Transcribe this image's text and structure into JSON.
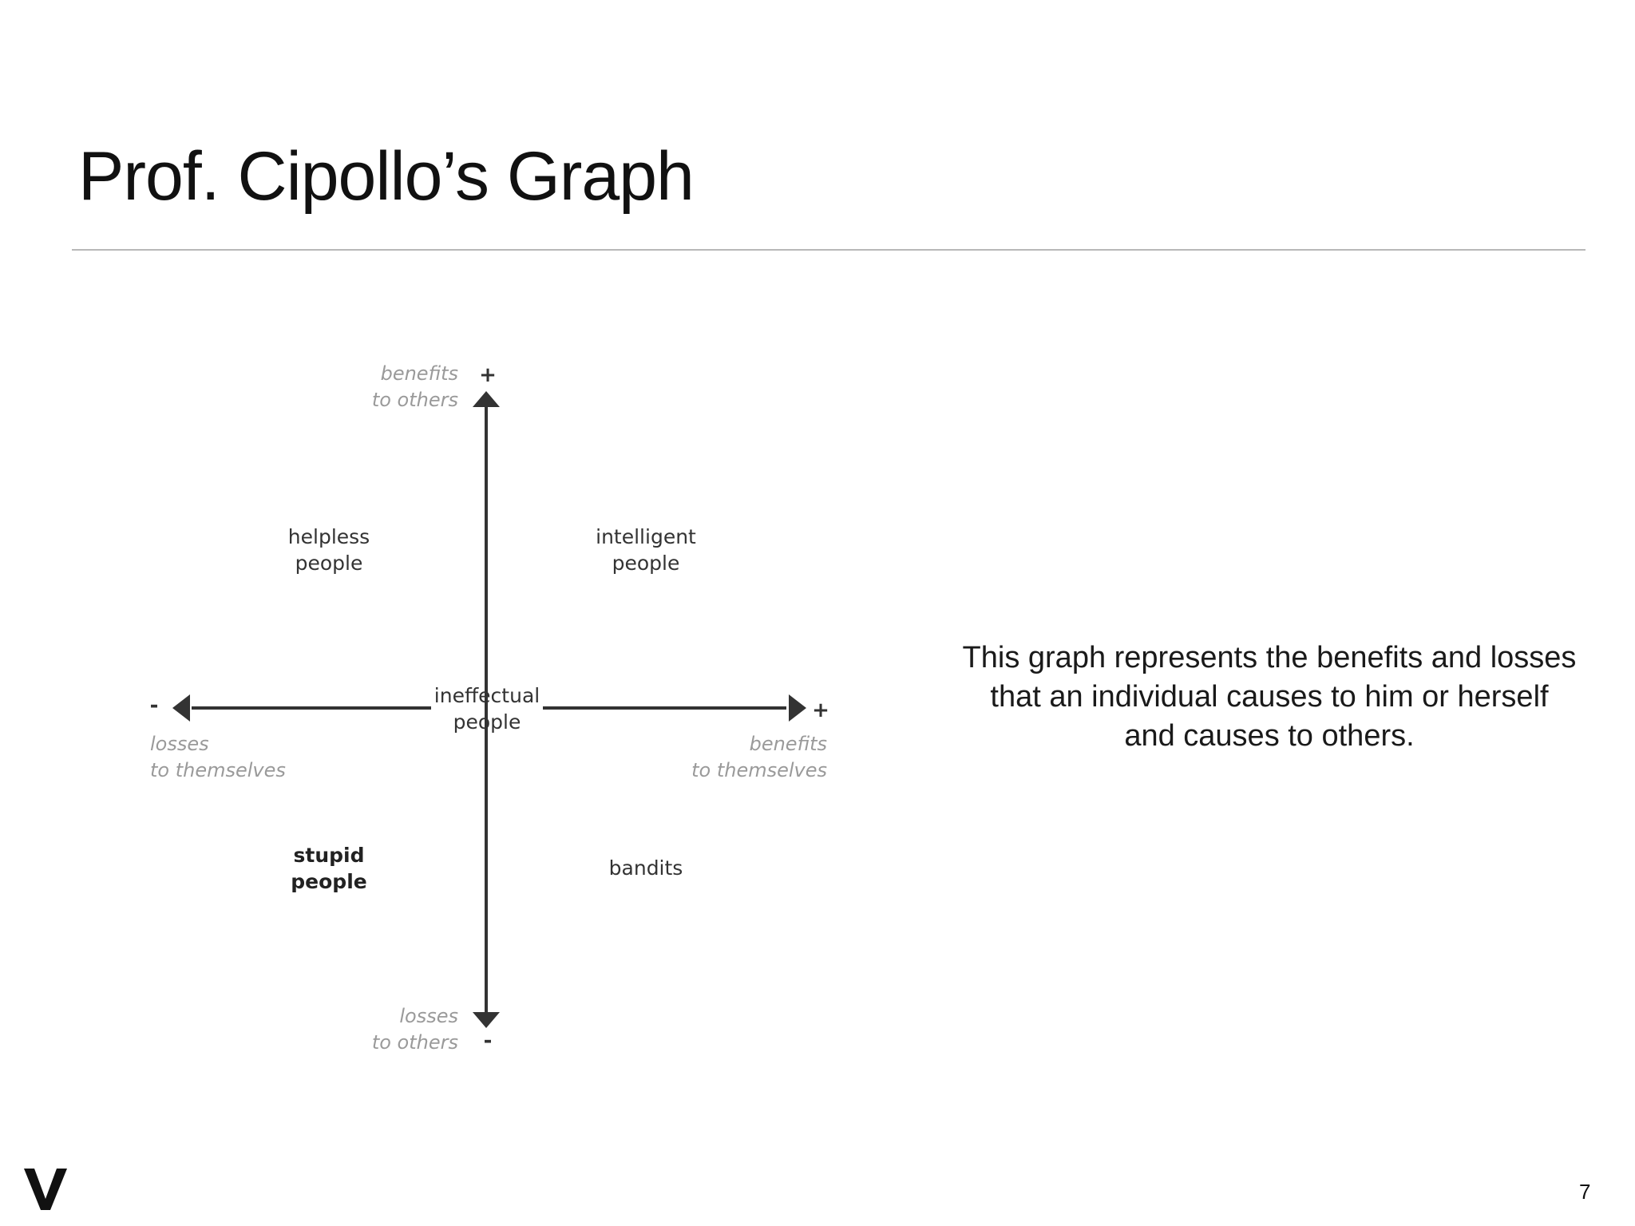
{
  "slide": {
    "title": "Prof. Cipollo’s Graph",
    "page_number": "7",
    "logo_icon": "v-logo-icon"
  },
  "diagram": {
    "axes": {
      "up": {
        "sign": "+",
        "label_line1": "benefits",
        "label_line2": "to others"
      },
      "down": {
        "sign": "-",
        "label_line1": "losses",
        "label_line2": "to others"
      },
      "left": {
        "sign": "-",
        "label_line1": "losses",
        "label_line2": "to themselves"
      },
      "right": {
        "sign": "+",
        "label_line1": "benefits",
        "label_line2": "to themselves"
      }
    },
    "quadrants": {
      "top_left": {
        "line1": "helpless",
        "line2": "people"
      },
      "top_right": {
        "line1": "intelligent",
        "line2": "people"
      },
      "bottom_left": {
        "line1": "stupid",
        "line2": "people"
      },
      "bottom_right": {
        "line1": "bandits"
      },
      "center": {
        "line1": "ineffectual",
        "line2": "people"
      }
    }
  },
  "description": {
    "line1": "This graph represents the benefits and losses",
    "line2": "that an individual causes to him or herself",
    "line3": "and causes to others."
  },
  "colors": {
    "text": "#111111",
    "rule": "#b8b8b8",
    "axis": "#333333",
    "axis_label": "#9a9a9a"
  }
}
